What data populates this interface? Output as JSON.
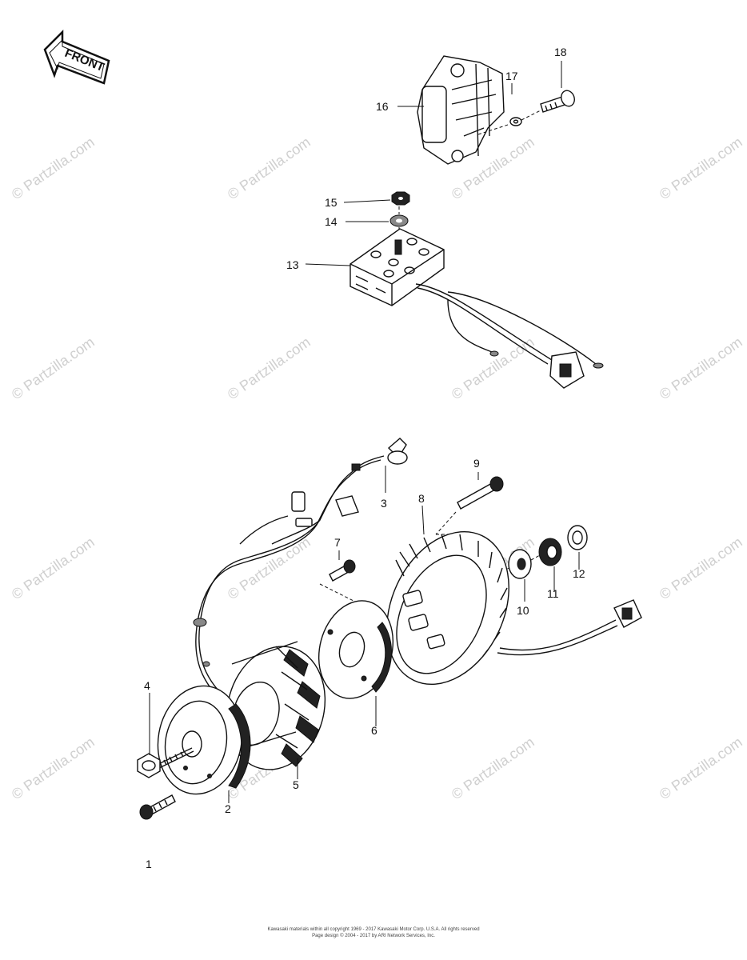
{
  "front_label": "FRONT",
  "callouts": [
    {
      "id": "1",
      "text": "1"
    },
    {
      "id": "2",
      "text": "2"
    },
    {
      "id": "3",
      "text": "3"
    },
    {
      "id": "4",
      "text": "4"
    },
    {
      "id": "5",
      "text": "5"
    },
    {
      "id": "6",
      "text": "6"
    },
    {
      "id": "7",
      "text": "7"
    },
    {
      "id": "8",
      "text": "8"
    },
    {
      "id": "9",
      "text": "9"
    },
    {
      "id": "10",
      "text": "10"
    },
    {
      "id": "11",
      "text": "11"
    },
    {
      "id": "12",
      "text": "12"
    },
    {
      "id": "13",
      "text": "13"
    },
    {
      "id": "14",
      "text": "14"
    },
    {
      "id": "15",
      "text": "15"
    },
    {
      "id": "16",
      "text": "16"
    },
    {
      "id": "17",
      "text": "17"
    },
    {
      "id": "18",
      "text": "18"
    }
  ],
  "watermark": "© Partzilla.com",
  "footer": {
    "line1": "Kawasaki materials within all copyright 1969 - 2017 Kawasaki Motor Corp. U.S.A. All rights reserved",
    "line2": "Page design © 2004 - 2017 by ARI Network Services, Inc."
  }
}
